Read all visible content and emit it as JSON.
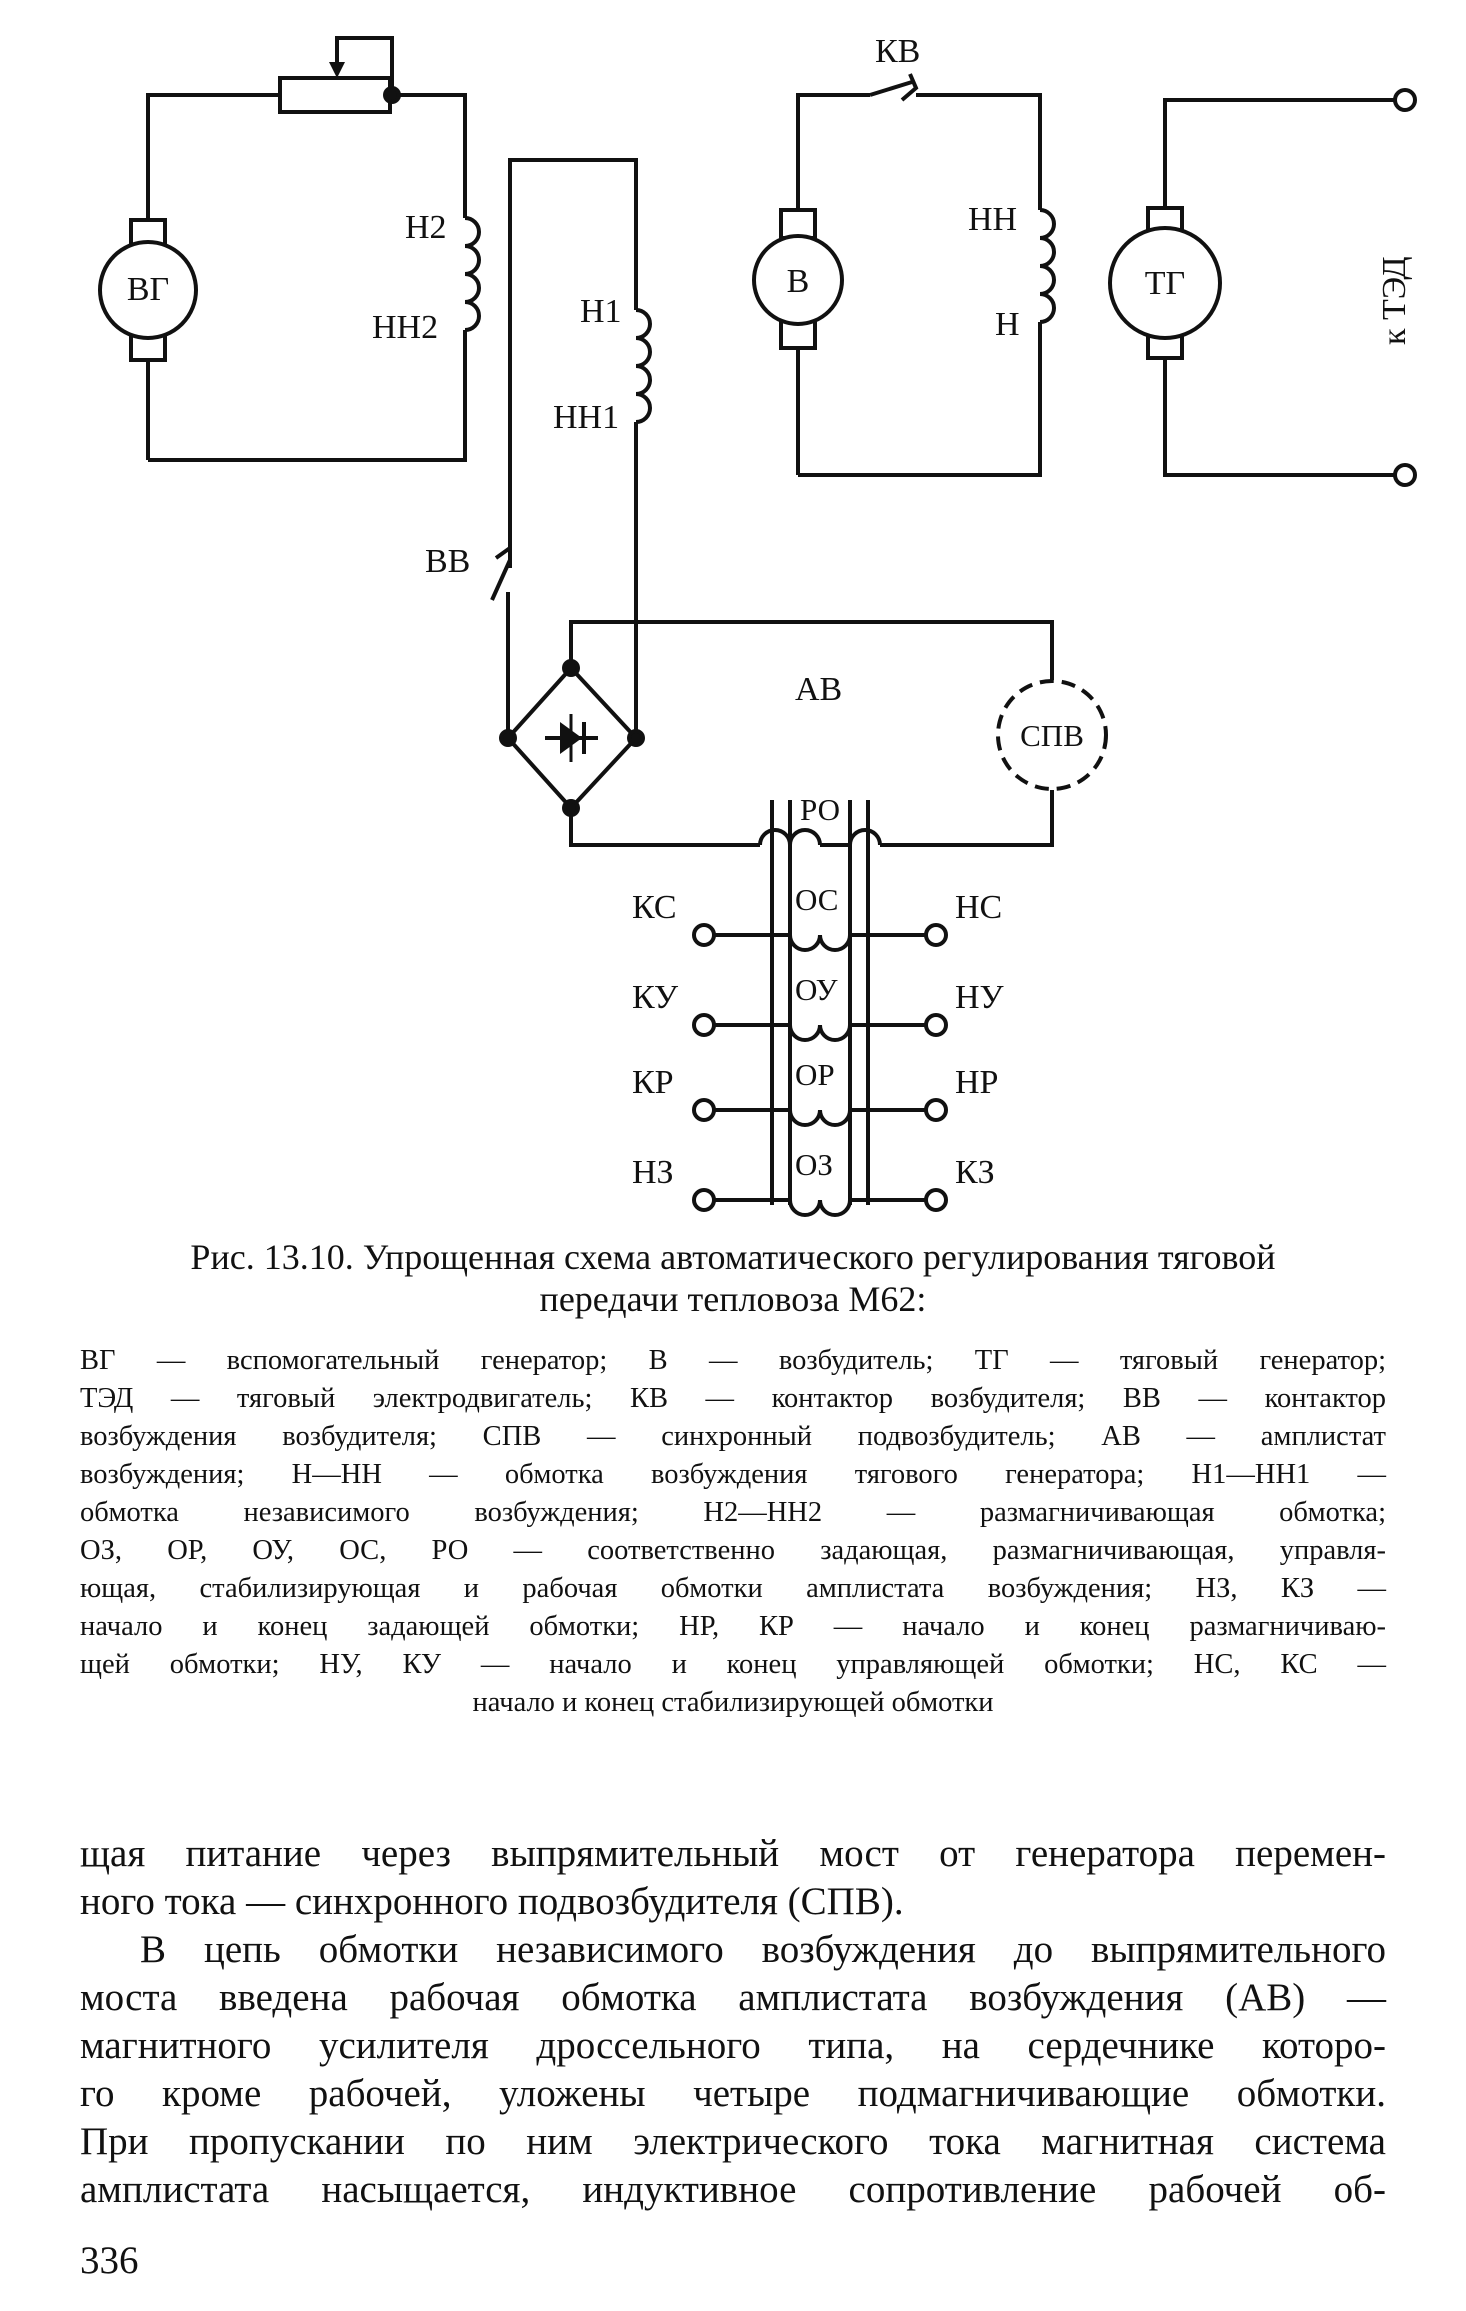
{
  "diagram": {
    "labels": {
      "vg": "ВГ",
      "h2": "Н2",
      "nh2": "НН2",
      "h1": "Н1",
      "nh1": "НН1",
      "kv": "КВ",
      "nn": "НН",
      "n": "Н",
      "v": "В",
      "tg": "ТГ",
      "ted": "к ТЭД",
      "vv": "ВВ",
      "av": "АВ",
      "spv": "СПВ",
      "ro": "РО",
      "ks": "КС",
      "os": "ОС",
      "ns": "НС",
      "ku": "КУ",
      "ou": "ОУ",
      "nu": "НУ",
      "kr": "КР",
      "or": "ОР",
      "nr": "НР",
      "nz": "НЗ",
      "oz": "ОЗ",
      "kz": "КЗ"
    }
  },
  "caption": {
    "line1": "Рис. 13.10. Упрощенная схема автоматического регулирования тяговой",
    "line2": "передачи тепловоза М62:"
  },
  "legend": [
    "ВГ — вспомогательный генератор; В — возбудитель; ТГ — тяговый генератор;",
    "ТЭД — тяговый электродвигатель; КВ — контактор возбудителя; ВВ — контактор",
    "возбуждения возбудителя; СПВ — синхронный подвозбудитель; АВ — амплистат",
    "возбуждения; Н—НН — обмотка возбуждения тягового генератора; Н1—НН1 —",
    "обмотка независимого возбуждения; Н2—НН2 — размагничивающая обмотка;",
    "ОЗ, ОР, ОУ, ОС, РО — соответственно задающая, размагничивающая, управля-",
    "ющая, стабилизирующая и рабочая обмотки амплистата возбуждения; НЗ, КЗ —",
    "начало и конец задающей обмотки; НР, КР — начало и конец размагничиваю-",
    "щей обмотки; НУ, КУ — начало и конец управляющей обмотки; НС, КС —",
    "начало и конец стабилизирующей обмотки"
  ],
  "body": {
    "p1": [
      "щая питание через выпрямительный мост от генератора перемен-",
      "ного тока — синхронного подвозбудителя (СПВ)."
    ],
    "p2": [
      "В цепь обмотки независимого возбуждения до выпрямительного",
      "моста введена рабочая обмотка амплистата возбуждения (АВ) —",
      "магнитного усилителя дроссельного типа, на сердечнике которо-",
      "го кроме рабочей, уложены четыре подмагничивающие обмотки.",
      "При пропускании по ним электрического тока магнитная система",
      "амплистата насыщается, индуктивное сопротивление рабочей об-"
    ]
  },
  "page_number": "336"
}
